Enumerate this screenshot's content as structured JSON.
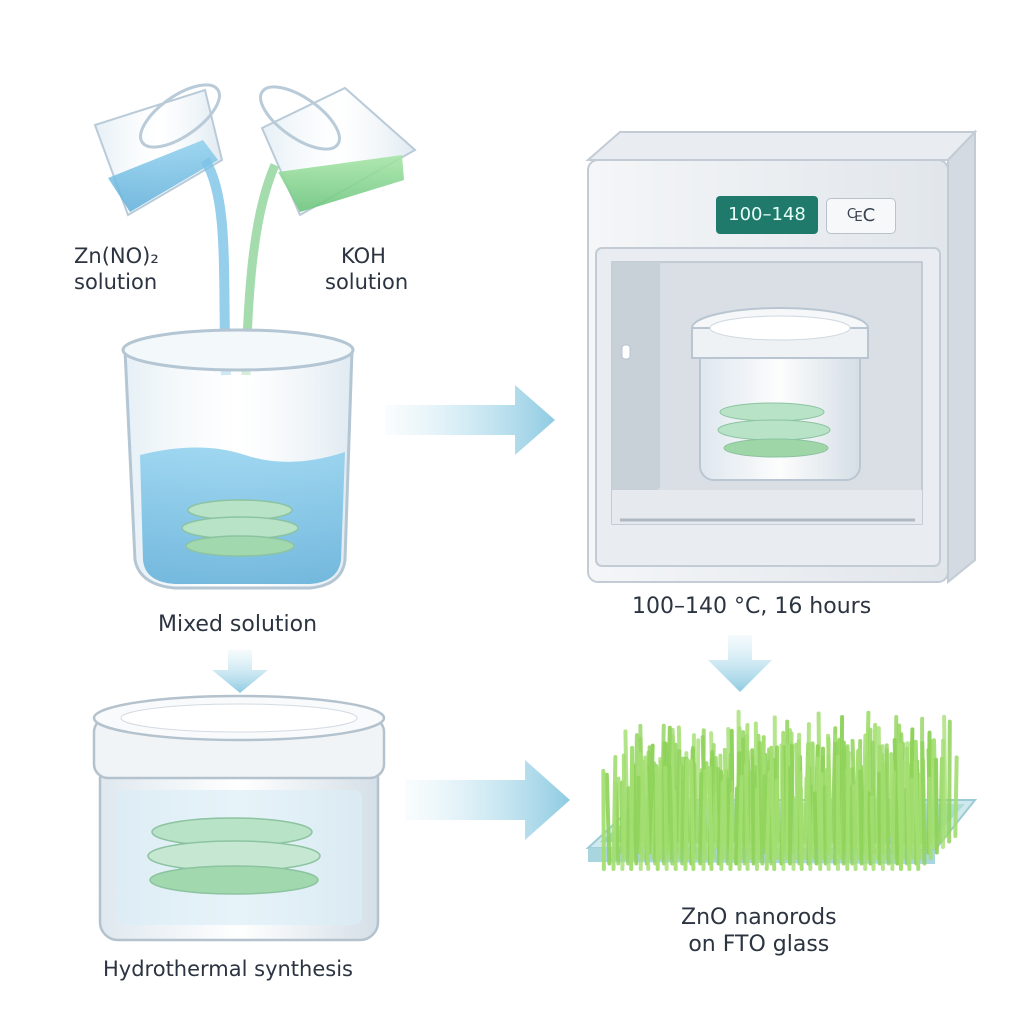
{
  "labels": {
    "zn_solution_line1": "Zn(NO)₂",
    "zn_solution_line2": "solution",
    "koh_solution_line1": "KOH",
    "koh_solution_line2": "solution",
    "mixed_solution": "Mixed solution",
    "hydrothermal": "Hydrothermal synthesis",
    "conditions": "100–140 °C, 16 hours",
    "zno_line1": "ZnO nanorods",
    "zno_line2": "on FTO glass"
  },
  "oven": {
    "display": "100–148",
    "unit": "₠C"
  },
  "colors": {
    "water": "#7cc3e6",
    "koh_liquid": "#7fd68f",
    "arrow": "#a8d8ea",
    "nanorod": "#8fd35a",
    "display": "#1f7a6c"
  }
}
